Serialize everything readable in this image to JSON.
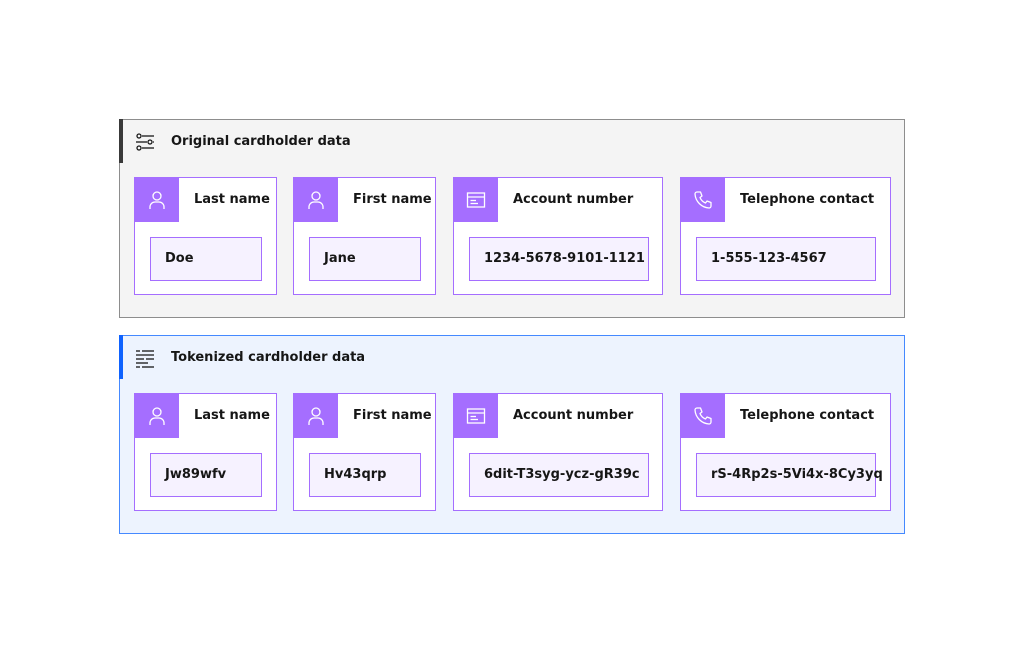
{
  "colors": {
    "accent_purple": "#a56eff",
    "original_accent": "#393939",
    "tokenized_accent": "#0f62fe",
    "original_bg": "#f4f4f4",
    "tokenized_bg": "#edf3fe"
  },
  "original": {
    "icon": "settings-adjust-icon",
    "title": "Original cardholder data",
    "fields": {
      "last_name": {
        "icon": "user-icon",
        "label": "Last name",
        "value": "Doe"
      },
      "first_name": {
        "icon": "user-icon",
        "label": "First name",
        "value": "Jane"
      },
      "account_number": {
        "icon": "browser-window-icon",
        "label": "Account number",
        "value": "1234-5678-9101-1121"
      },
      "telephone": {
        "icon": "phone-icon",
        "label": "Telephone contact",
        "value": "1-555-123-4567"
      }
    }
  },
  "tokenized": {
    "icon": "text-align-icon",
    "title": "Tokenized cardholder data",
    "fields": {
      "last_name": {
        "icon": "user-icon",
        "label": "Last name",
        "value": "Jw89wfv"
      },
      "first_name": {
        "icon": "user-icon",
        "label": "First name",
        "value": "Hv43qrp"
      },
      "account_number": {
        "icon": "browser-window-icon",
        "label": "Account number",
        "value": "6dit-T3syg-ycz-gR39c"
      },
      "telephone": {
        "icon": "phone-icon",
        "label": "Telephone contact",
        "value": "rS-4Rp2s-5Vi4x-8Cy3yq"
      }
    }
  }
}
